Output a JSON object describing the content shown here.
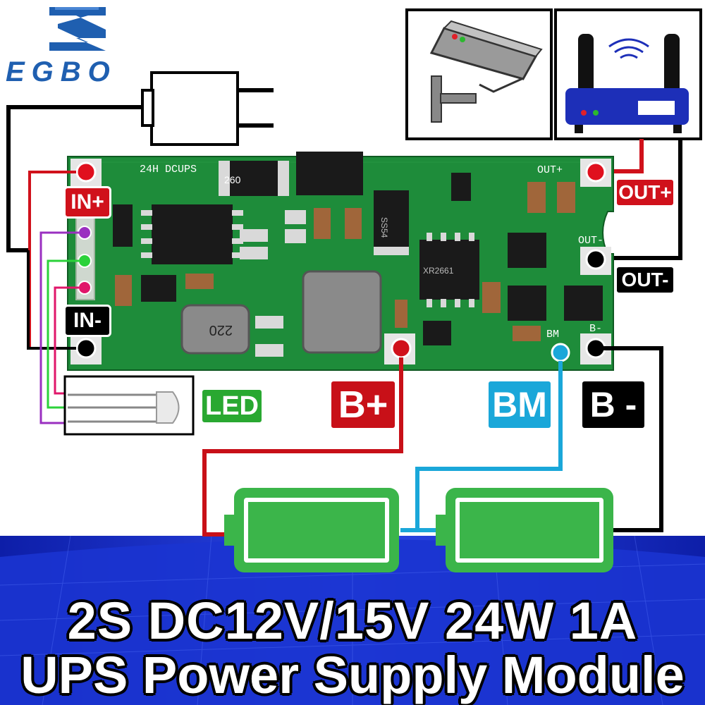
{
  "brand": {
    "name": "EGBO",
    "color": "#1f5fb0"
  },
  "board": {
    "silkscreen_title": "24H DCUPS",
    "out_plus_silk": "OUT+",
    "out_minus_silk": "OUT-",
    "bm_silk": "BM",
    "b_minus_silk": "B-",
    "inductor_small": "220",
    "resistor_top": "260",
    "chip_main": "XR2661",
    "diode": "SS54",
    "color": "#1e8c3a"
  },
  "labels": {
    "in_plus": "IN+",
    "in_minus": "IN-",
    "out_plus": "OUT+",
    "out_minus": "OUT-",
    "b_plus": "B+",
    "bm": "BM",
    "b_minus": "B -",
    "led": "LED"
  },
  "colors": {
    "red": "#d0111b",
    "cyan": "#1aa7d9",
    "black": "#000000",
    "green": "#2bb82e",
    "purple": "#9a2fc0",
    "pink": "#e0166a",
    "led_green": "#29a831",
    "battery_fill": "#3bb54a",
    "battery_border": "#44c24a"
  },
  "icons": [
    "ac-adapter-icon",
    "security-camera-icon",
    "wifi-router-icon",
    "led-icon",
    "battery-icon"
  ],
  "title": {
    "line1": "2S DC12V/15V 24W 1A",
    "line2": "UPS Power Supply Module"
  }
}
